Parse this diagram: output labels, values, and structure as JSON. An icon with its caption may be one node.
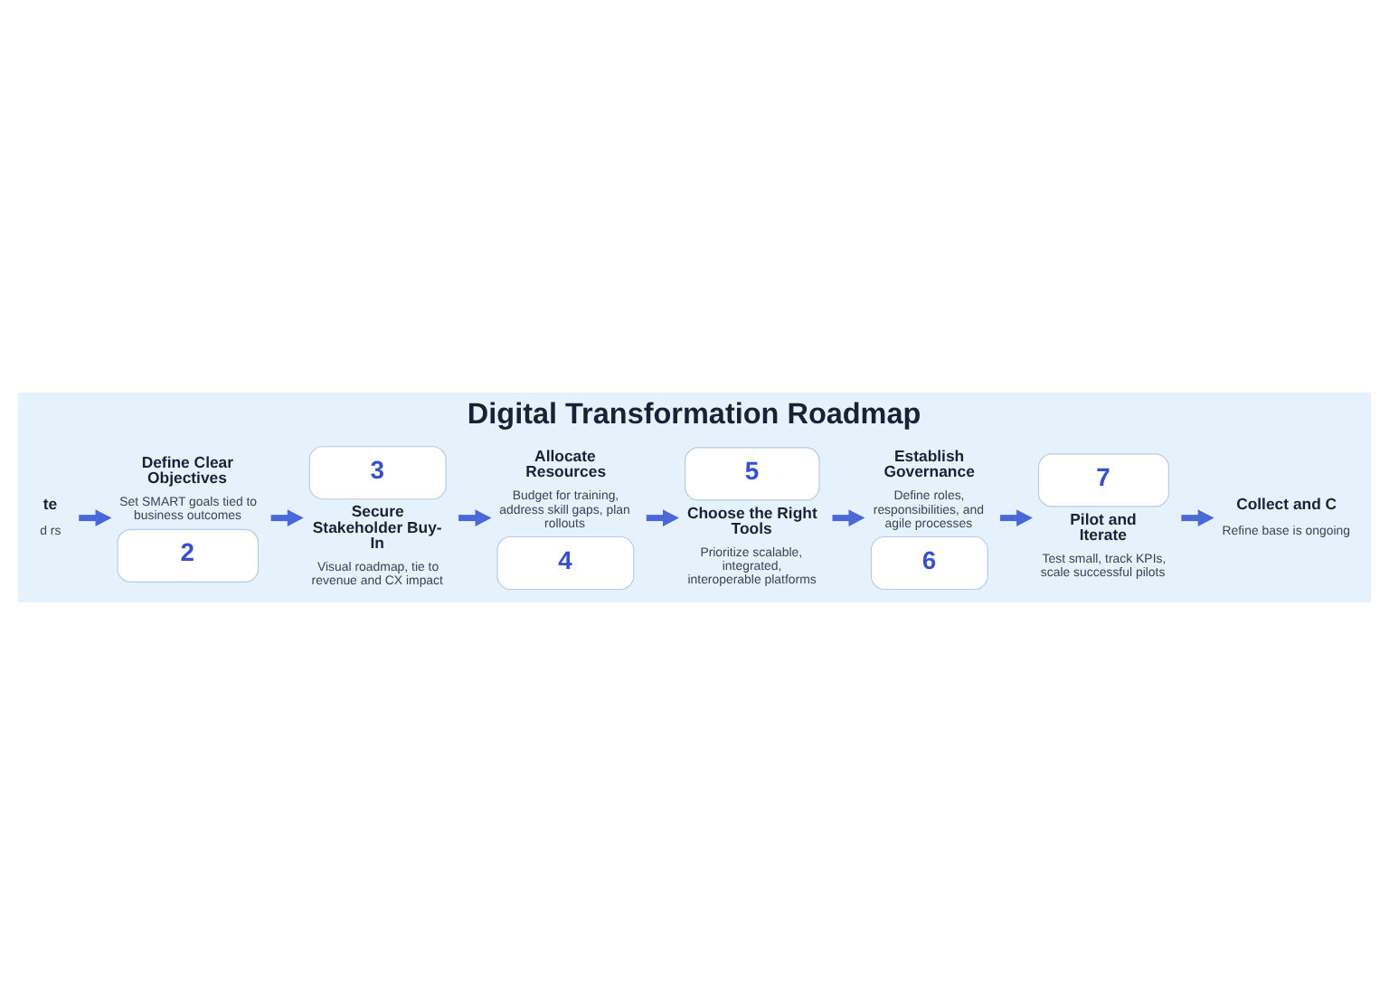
{
  "diagram": {
    "title": "Digital Transformation Roadmap",
    "nodes": [
      {
        "text": [
          "te",
          "d rs"
        ]
      },
      {
        "text": [
          "Define Clear Objectives",
          "Set SMART goals tied to business outcomes",
          "2"
        ]
      },
      {
        "text": [
          "3",
          "Secure Stakeholder Buy-In",
          "Visual roadmap, tie to revenue and CX impact"
        ]
      },
      {
        "text": [
          "Allocate Resources",
          "Budget for training, address skill gaps, plan rollouts",
          "4"
        ]
      },
      {
        "text": [
          "5",
          "Choose the Right Tools",
          "Prioritize scalable, integrated, interoperable platforms"
        ]
      },
      {
        "text": [
          "Establish Governance",
          "Define roles, responsibilities, and agile processes",
          "6"
        ]
      },
      {
        "text": [
          "7",
          "Pilot and Iterate",
          "Test small, track KPIs, scale successful pilots"
        ]
      },
      {
        "text": [
          "Collect and C",
          "Refine base is ongoing"
        ]
      }
    ],
    "edges": [
      {
        "from": 0,
        "to": 1,
        "arrow": "to"
      },
      {
        "from": 1,
        "to": 2,
        "arrow": "to"
      },
      {
        "from": 2,
        "to": 3,
        "arrow": "to"
      },
      {
        "from": 3,
        "to": 4,
        "arrow": "to"
      },
      {
        "from": 4,
        "to": 5,
        "arrow": "to"
      },
      {
        "from": 5,
        "to": 6,
        "arrow": "to"
      },
      {
        "from": 6,
        "to": 7,
        "arrow": "to"
      }
    ]
  }
}
